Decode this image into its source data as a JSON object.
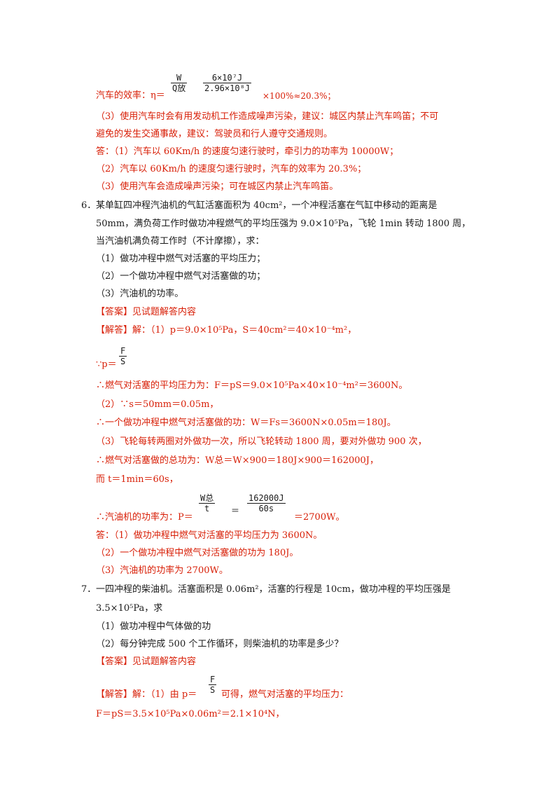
{
  "blocks": {
    "eff_label": "汽车的效率：η＝",
    "eff_frac1_top": "W",
    "eff_frac1_bot": "Q放",
    "eff_frac2_top": "6×10⁷J",
    "eff_frac2_bot": "2.96×10⁸J",
    "eff_tail": "×100%≈20.3%；",
    "s3_line1": "（3）使用汽车时会有用发动机工作造成噪声污染，建议：城区内禁止汽车鸣笛；不可",
    "s3_line2": "避免的发生交通事故，建议：驾驶员和行人遵守交通规则。",
    "ans5_1": "答：（1）汽车以 60Km/h 的速度匀速行驶时，牵引力的功率为 10000W；",
    "ans5_2": "（2）汽车以 60Km/h 的速度匀速行驶时，汽车的效率为 20.3%；",
    "ans5_3": "（3）使用汽车会造成噪声污染；可在城区内禁止汽车鸣笛。"
  },
  "q6": {
    "number": "6．",
    "line1": "某单缸四冲程汽油机的气缸活塞面积为 40cm²，一个冲程活塞在气缸中移动的距离是",
    "line2": "50mm，满负荷工作时做功冲程燃气的平均压强为 9.0×10⁵Pa，飞轮 1min 转动 1800 周，",
    "line3": "当汽油机满负荷工作时（不计摩擦），求：",
    "sub1": "（1）做功冲程中燃气对活塞的平均压力；",
    "sub2": "（2）一个做功冲程中燃气对活塞做的功；",
    "sub3": "（3）汽油机的功率。",
    "answer_tag": "【答案】见试题解答内容",
    "sol_tag": "【解答】",
    "sol_l1": "解：（1）p＝9.0×10⁵Pa，S＝40cm²＝40×10⁻⁴m²，",
    "sol_l2_pre": "∵p＝",
    "sol_l2_top": "F",
    "sol_l2_bot": "S",
    "sol_l3": "∴燃气对活塞的平均压力为：F＝pS＝9.0×10⁵Pa×40×10⁻⁴m²＝3600N。",
    "sol_l4": "（2）∵s＝50mm＝0.05m，",
    "sol_l5": "∴一个做功冲程中燃气对活塞做的功：W＝Fs＝3600N×0.05m＝180J。",
    "sol_l6": "（3）飞轮每转两圈对外做功一次，所以飞轮转动 1800 周，要对外做功 900 次，",
    "sol_l7": "∴燃气对活塞做的总功为：W总＝W×900＝180J×900＝162000J，",
    "sol_l8": "而 t＝1min＝60s，",
    "sol_l9_pre": "∴汽油机的功率为：P＝",
    "sol_l9_f1_top": "W总",
    "sol_l9_f1_bot": "t",
    "sol_l9_eq": "＝",
    "sol_l9_f2_top": "162000J",
    "sol_l9_f2_bot": "60s",
    "sol_l9_tail": "＝2700W。",
    "ans_l1": "答：（1）做功冲程中燃气对活塞的平均压力为 3600N。",
    "ans_l2": "（2）一个做功冲程中燃气对活塞做的功为 180J。",
    "ans_l3": "（3）汽油机的功率为 2700W。"
  },
  "q7": {
    "number": "7．",
    "line1": "一四冲程的柴油机。活塞面积是 0.06m²，活塞的行程是 10cm，做功冲程的平均压强是",
    "line2": "3.5×10⁵Pa，求",
    "sub1": "（1）做功冲程中气体做的功",
    "sub2": "（2）每分钟完成 500 个工作循环，则柴油机的功率是多少？",
    "answer_tag": "【答案】见试题解答内容",
    "sol_tag": "【解答】",
    "sol_l1_pre": "解：（1）由 p＝",
    "sol_l1_top": "F",
    "sol_l1_bot": "S",
    "sol_l1_tail": "可得，燃气对活塞的平均压力：",
    "sol_l2": "F＝pS＝3.5×10⁵Pa×0.06m²＝2.1×10⁴N，"
  }
}
